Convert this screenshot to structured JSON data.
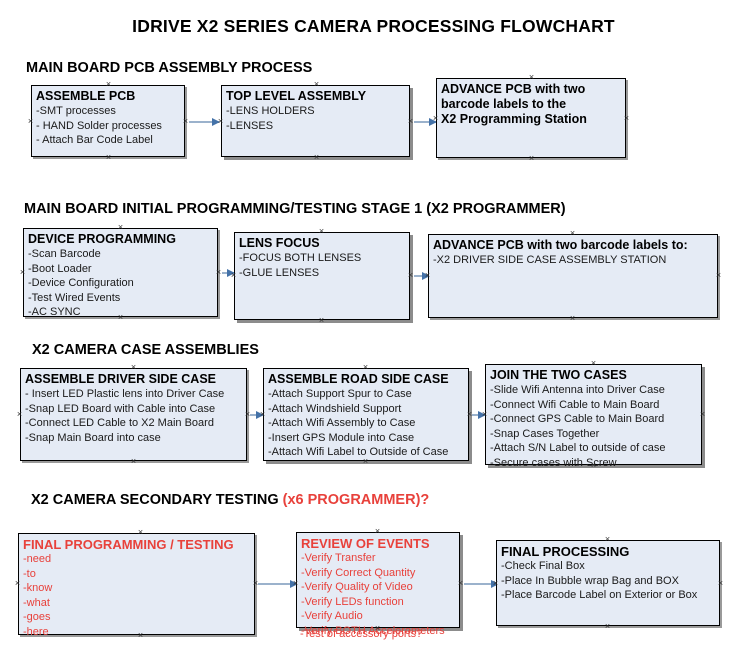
{
  "document": {
    "title": "IDRIVE X2  SERIES CAMERA PROCESSING FLOWCHART",
    "accent_color": "#e8413b",
    "node_fill": "#e5ebf5",
    "arrow_color": "#4472a8"
  },
  "sections": [
    {
      "heading": "MAIN BOARD PCB ASSEMBLY PROCESS",
      "heading_accent": "",
      "nodes": [
        {
          "title": "ASSEMBLE PCB",
          "lines": [
            "-SMT processes",
            "- HAND Solder processes",
            "- Attach Bar Code Label"
          ]
        },
        {
          "title": "TOP LEVEL ASSEMBLY",
          "lines": [
            "-LENS HOLDERS",
            "-LENSES"
          ]
        },
        {
          "title": "ADVANCE PCB with two",
          "lines": [
            "barcode labels to the",
            " X2 Programming Station"
          ]
        }
      ]
    },
    {
      "heading": "MAIN BOARD INITIAL PROGRAMMING/TESTING STAGE 1 (X2 PROGRAMMER)",
      "heading_accent": "",
      "nodes": [
        {
          "title": "DEVICE PROGRAMMING",
          "lines": [
            "-Scan Barcode",
            "-Boot Loader",
            "-Device Configuration",
            "-Test Wired Events",
            "-AC SYNC"
          ]
        },
        {
          "title": "LENS FOCUS",
          "lines": [
            "-FOCUS BOTH LENSES",
            "-GLUE LENSES"
          ]
        },
        {
          "title": "ADVANCE PCB with two barcode labels to:",
          "lines": [
            "-X2 DRIVER  SIDE  CASE  ASSEMBLY STATION"
          ]
        }
      ]
    },
    {
      "heading": "X2 CAMERA CASE ASSEMBLIES",
      "heading_accent": "",
      "nodes": [
        {
          "title": "ASSEMBLE DRIVER SIDE CASE",
          "lines": [
            "- Insert LED Plastic lens into Driver Case",
            "-Snap LED Board with Cable into Case",
            "-Connect LED Cable to X2 Main Board",
            "-Snap Main Board into case"
          ]
        },
        {
          "title": "ASSEMBLE ROAD SIDE CASE",
          "lines": [
            "-Attach Support Spur to Case",
            "-Attach Windshield Support",
            "-Attach Wifi Assembly to Case",
            "-Insert GPS Module into Case",
            "-Attach Wifi Label to Outside of Case"
          ]
        },
        {
          "title": "JOIN THE TWO CASES",
          "lines": [
            "-Slide Wifi Antenna into Driver Case",
            "-Connect Wifi Cable to Main Board",
            "-Connect GPS Cable to Main Board",
            "-Snap Cases Together",
            "-Attach S/N Label to outside of case",
            "-Secure cases with Screw"
          ]
        }
      ]
    },
    {
      "heading": "X2 CAMERA SECONDARY TESTING ",
      "heading_accent": "(x6 PROGRAMMER)?",
      "nodes": [
        {
          "title": "FINAL PROGRAMMING / TESTING",
          "lines": [
            "-need",
            "-to",
            "-know",
            "-what",
            "-goes",
            "-here"
          ]
        },
        {
          "title": "REVIEW OF EVENTS",
          "lines": [
            "-Verify Transfer",
            "-Verify Correct Quantity",
            "-Verify Quality of Video",
            "-Verify LEDs function",
            "-Verify Audio",
            "-Verify BOTH Accelerometers"
          ],
          "overflow_line": "-Test of accessory ports?"
        },
        {
          "title": "FINAL PROCESSING",
          "lines": [
            " -Check Final Box",
            "-Place In Bubble wrap Bag and BOX",
            "-Place Barcode Label on Exterior or Box"
          ]
        }
      ]
    }
  ]
}
